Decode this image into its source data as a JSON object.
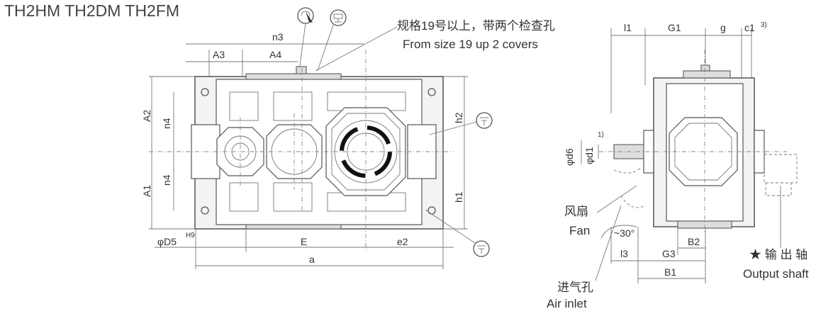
{
  "title": "TH2HM  TH2DM  TH2FM",
  "notes": {
    "covers_cn": "规格19号以上，带两个检查孔",
    "covers_en": "From size 19 up 2 covers",
    "fan_cn": "风扇",
    "fan_en": "Fan",
    "air_cn": "进气孔",
    "air_en": "Air inlet",
    "output_cn": "★ 输 出 轴",
    "output_en": "Output shaft"
  },
  "front_view": {
    "dims": {
      "n3": "n3",
      "A3": "A3",
      "A4": "A4",
      "A2": "A2",
      "n4_top": "n4",
      "A1": "A1",
      "n4_bottom": "n4",
      "h2": "h2",
      "h1": "h1",
      "D5": "φD5",
      "D5_fit": "H9",
      "E": "E",
      "e2": "e2",
      "a": "a"
    }
  },
  "side_view": {
    "dims": {
      "l1": "l1",
      "G1": "G1",
      "g": "g",
      "c1": "c1",
      "c1_note": "3)",
      "d6": "φd6",
      "d1": "φd1",
      "d1_note": "1)",
      "angle": "~30°",
      "l3": "l3",
      "G3": "G3",
      "B2": "B2",
      "B1": "B1"
    }
  },
  "icons": [
    "rotation-symbol-icon",
    "oil-level-icon",
    "oil-drain-icon",
    "oil-drain-icon"
  ]
}
